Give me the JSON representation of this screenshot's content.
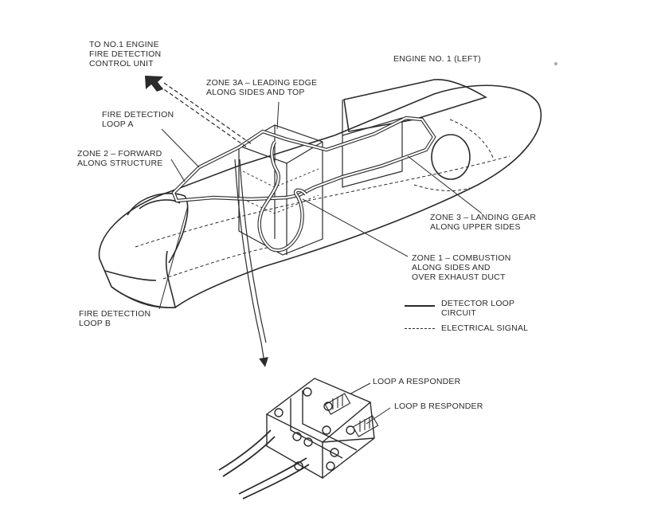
{
  "labels": {
    "engine_title": "ENGINE NO. 1 (LEFT)",
    "to_control_unit": [
      "TO NO.1 ENGINE",
      "FIRE DETECTION",
      "CONTROL UNIT"
    ],
    "loop_a": [
      "FIRE DETECTION",
      "LOOP A"
    ],
    "zone_3a": [
      "ZONE 3A – LEADING EDGE",
      "ALONG SIDES AND TOP"
    ],
    "zone_2": [
      "ZONE 2 – FORWARD",
      "ALONG STRUCTURE"
    ],
    "zone_3": [
      "ZONE 3 – LANDING GEAR",
      "ALONG UPPER SIDES"
    ],
    "zone_1": [
      "ZONE 1 – COMBUSTION",
      "ALONG SIDES AND",
      "OVER EXHAUST DUCT"
    ],
    "loop_b": [
      "FIRE DETECTION",
      "LOOP B"
    ],
    "loop_a_responder": "LOOP A RESPONDER",
    "loop_b_responder": "LOOP B RESPONDER"
  },
  "legend": {
    "detector_loop": [
      "DETECTOR LOOP",
      "CIRCUIT"
    ],
    "electrical_signal": "ELECTRICAL SIGNAL"
  },
  "colors": {
    "ink": "#2b2b2b",
    "paper": "#ffffff"
  }
}
